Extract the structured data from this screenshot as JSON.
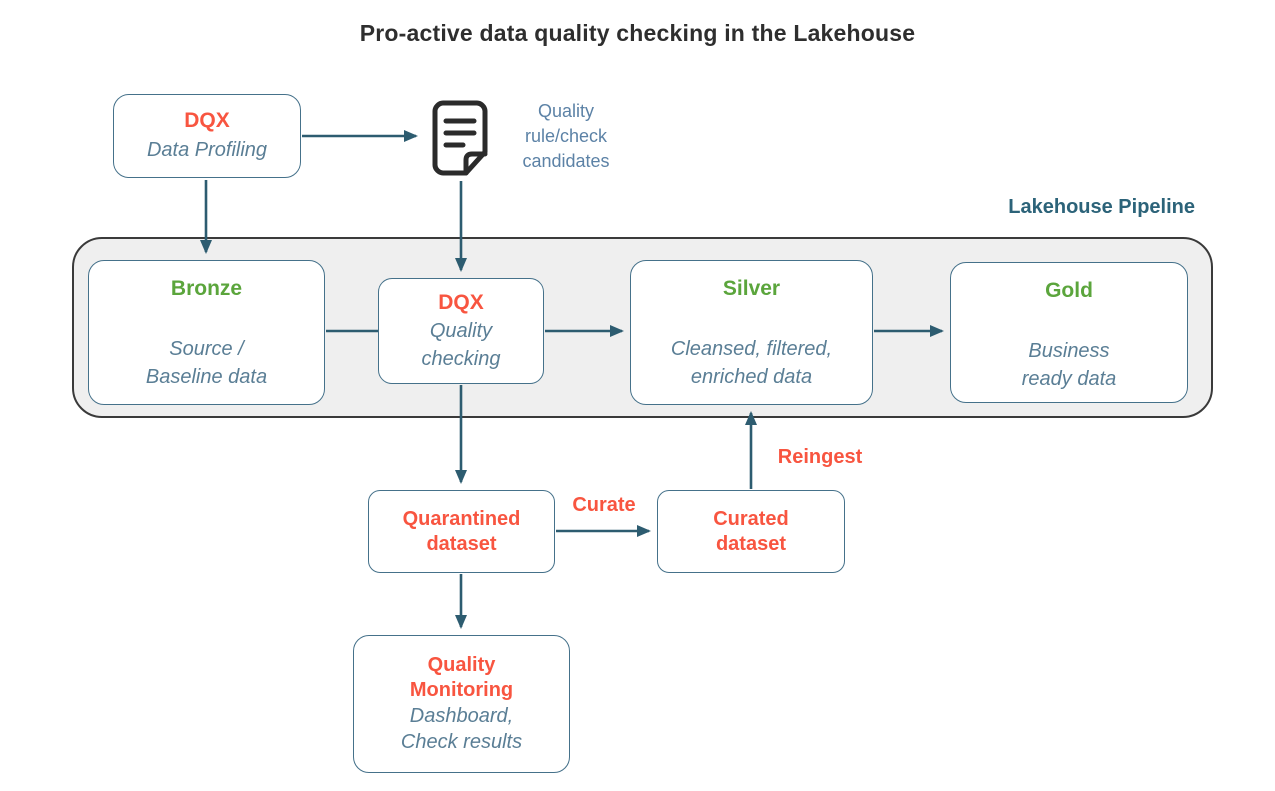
{
  "title": "Pro-active data quality checking in the Lakehouse",
  "pipeline": {
    "label": "Lakehouse Pipeline"
  },
  "nodes": {
    "profiling": {
      "title": "DQX",
      "subtitle": "Data Profiling"
    },
    "candidates": {
      "label": "Quality\nrule/check\ncandidates",
      "icon": "document-icon"
    },
    "bronze": {
      "title": "Bronze",
      "subtitle": "Source /\nBaseline data"
    },
    "dqx_checking": {
      "title": "DQX",
      "subtitle": "Quality\nchecking"
    },
    "silver": {
      "title": "Silver",
      "subtitle": "Cleansed, filtered,\nenriched data"
    },
    "gold": {
      "title": "Gold",
      "subtitle": "Business\nready data"
    },
    "quarantined": {
      "title": "Quarantined\ndataset"
    },
    "curated": {
      "title": "Curated\ndataset"
    },
    "monitoring": {
      "title": "Quality\nMonitoring",
      "subtitle": "Dashboard,\nCheck results"
    }
  },
  "edge_labels": {
    "curate": "Curate",
    "reingest": "Reingest"
  },
  "colors": {
    "red": "#F85540",
    "green": "#5BA53C",
    "slate": "#5A7E95",
    "slate2": "#5C82A6",
    "teal": "#2C6379",
    "arrow": "#2D5C70",
    "border": "#45718A",
    "container-fill": "#EFEFEF",
    "container-border": "#3A3A3A",
    "ink": "#2E2E2E"
  }
}
